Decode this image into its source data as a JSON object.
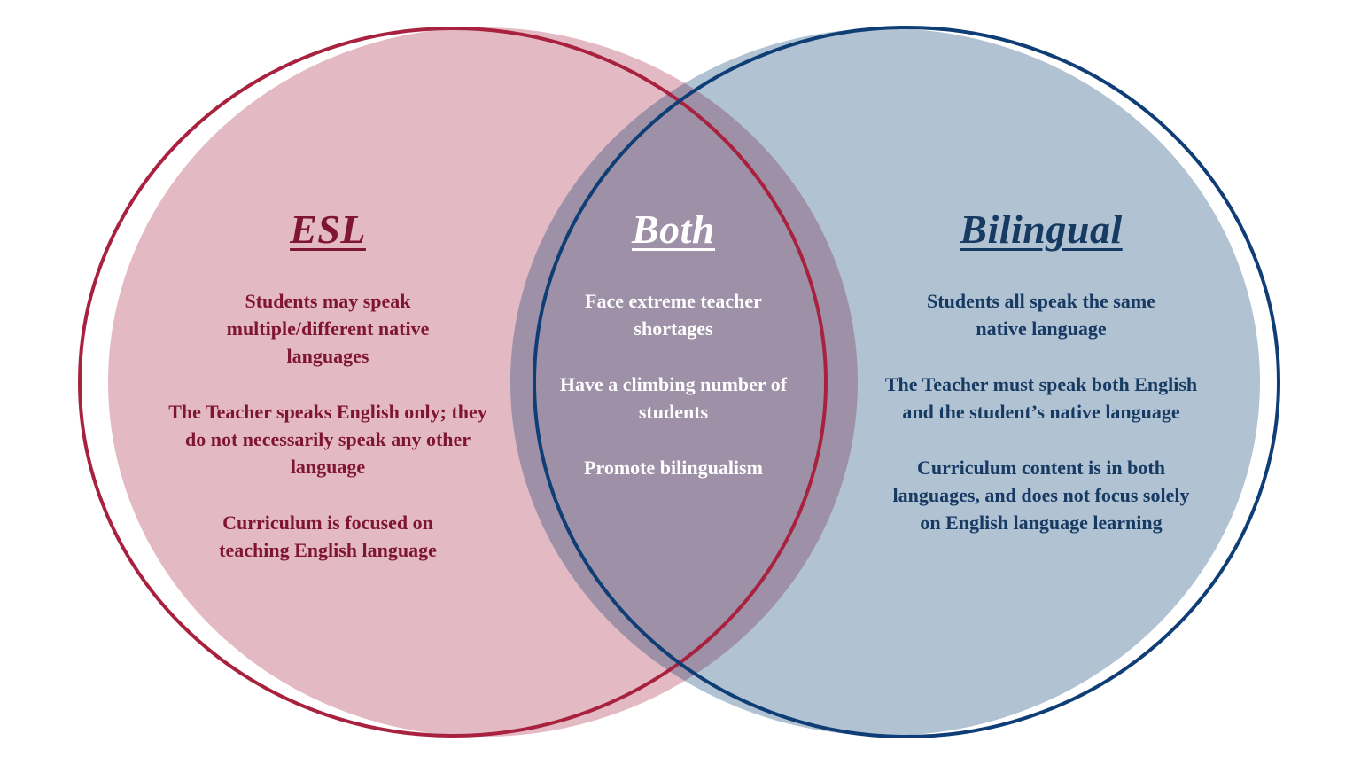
{
  "colors": {
    "esl_fill": "#e3b9c3",
    "esl_ring": "#a8223f",
    "esl_text": "#7f1631",
    "bilingual_fill": "#b1c2d3",
    "bilingual_ring": "#0e3e75",
    "bilingual_text": "#173a63",
    "overlap_fill": "#9e90a6",
    "both_text": "#ffffff"
  },
  "sets": {
    "esl": {
      "title": "ESL",
      "items": [
        "Students may speak multiple/different native languages",
        "The Teacher speaks English only; they do not necessarily speak any other language",
        "Curriculum is focused on teaching English language"
      ]
    },
    "both": {
      "title": "Both",
      "items": [
        "Face extreme teacher shortages",
        "Have a climbing number of students",
        "Promote bilingualism"
      ]
    },
    "bilingual": {
      "title": "Bilingual",
      "items": [
        "Students all speak the same native language",
        "The Teacher must speak both English and the student’s native language",
        "Curriculum content is in both languages, and does not focus solely on English language learning"
      ]
    }
  }
}
